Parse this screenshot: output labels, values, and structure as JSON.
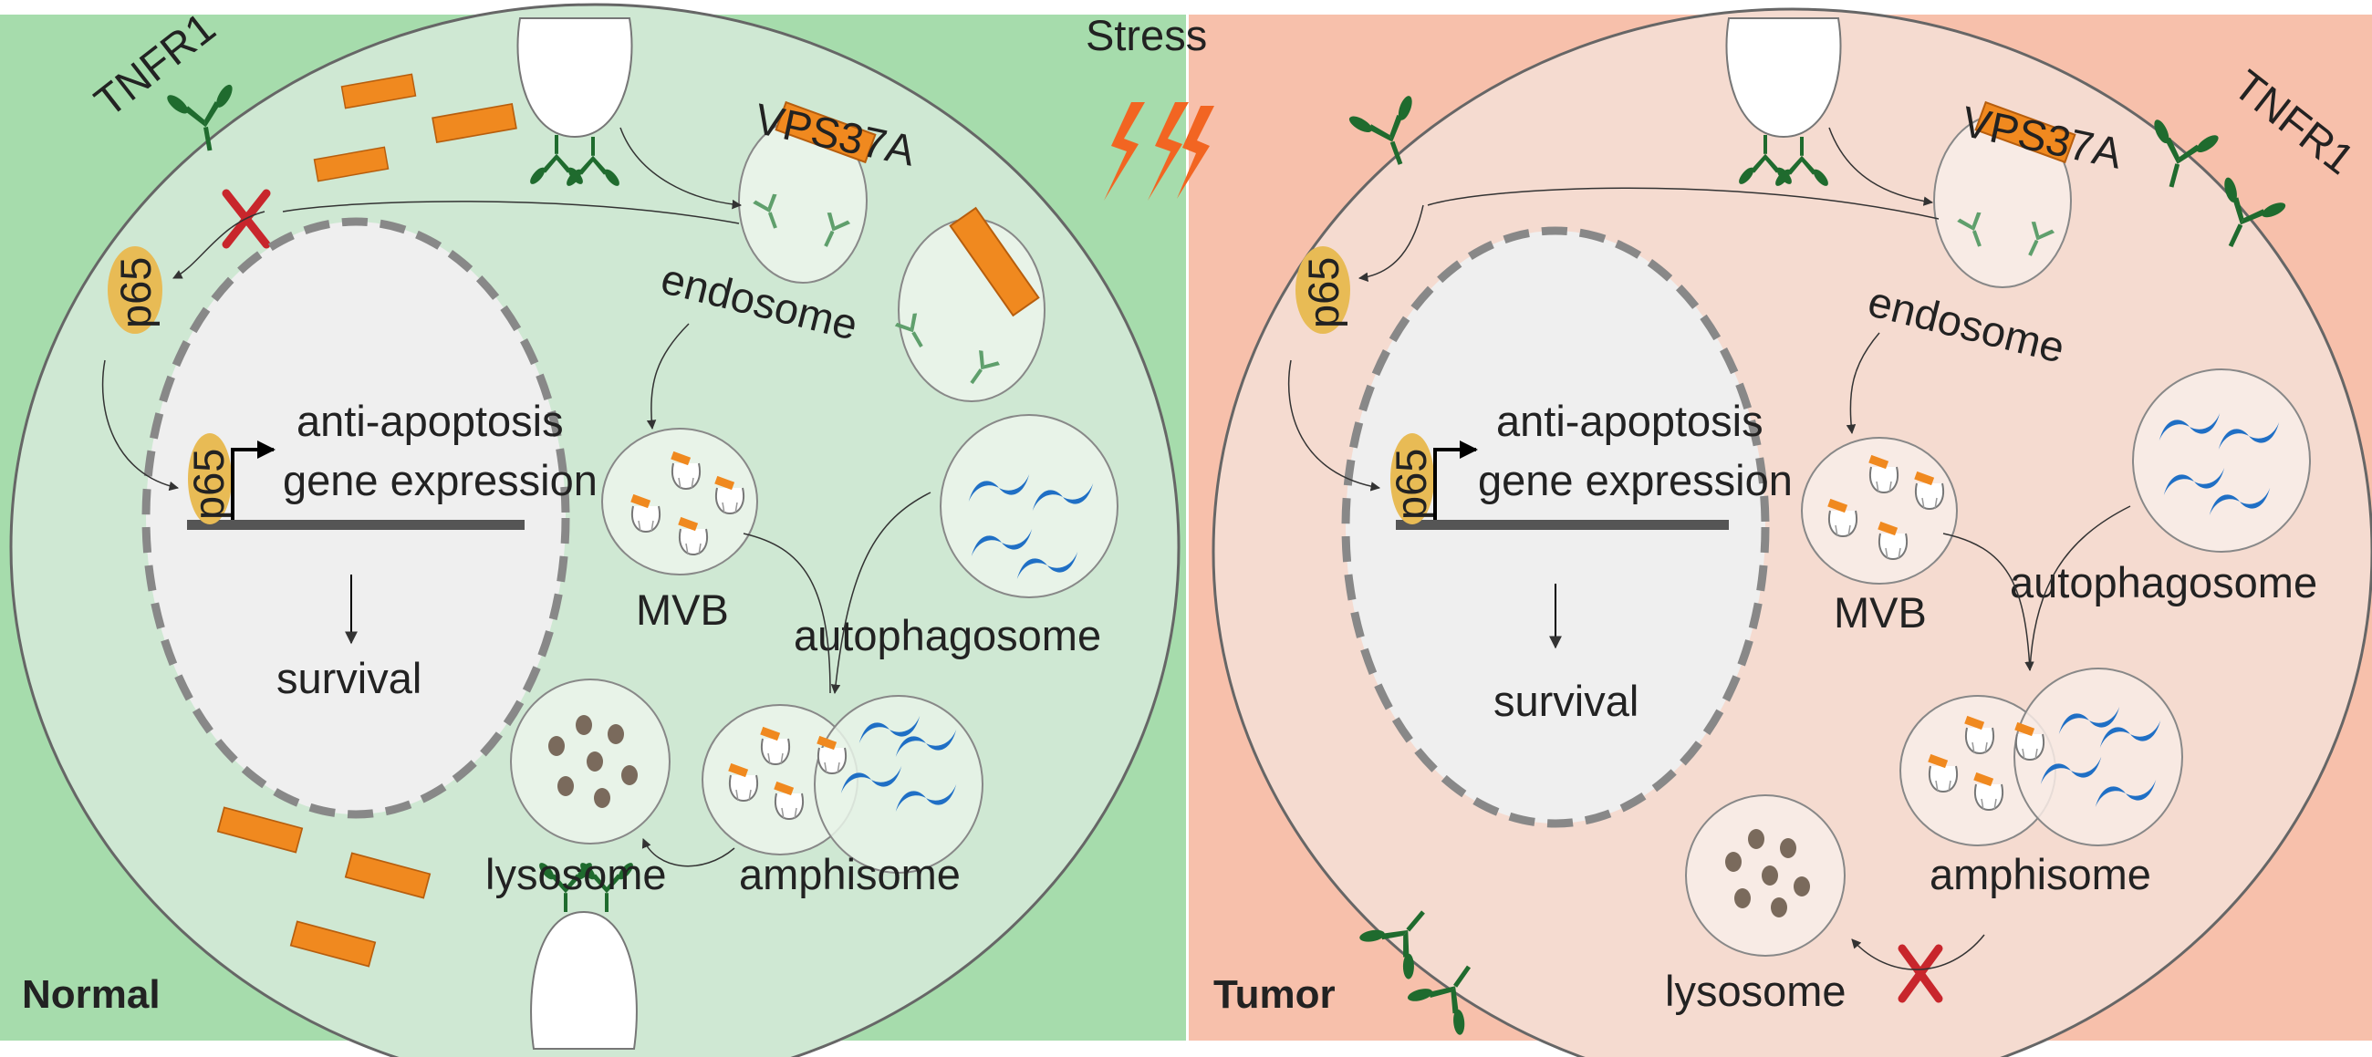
{
  "stress_label": "Stress",
  "panels": [
    {
      "key": "normal",
      "title": "Normal",
      "receptor_label": "TNFR1",
      "protein_label": "VPS37A",
      "endosome_label": "endosome",
      "transcription_factor": "p65",
      "gene_text_line1": "anti-apoptosis",
      "gene_text_line2": "gene expression",
      "outcome": "survival",
      "mvb_label": "MVB",
      "autophagosome_label": "autophagosome",
      "amphisome_label": "amphisome",
      "lysosome_label": "lysosome"
    },
    {
      "key": "tumor",
      "title": "Tumor",
      "receptor_label": "TNFR1",
      "protein_label": "VPS37A",
      "endosome_label": "endosome",
      "transcription_factor": "p65",
      "gene_text_line1": "anti-apoptosis",
      "gene_text_line2": "gene expression",
      "outcome": "survival",
      "mvb_label": "MVB",
      "autophagosome_label": "autophagosome",
      "amphisome_label": "amphisome",
      "lysosome_label": "lysosome"
    }
  ],
  "colors": {
    "normal_bg": "#a6dcac",
    "normal_cell": "#cfe8d3",
    "tumor_bg": "#f7c0ab",
    "tumor_cell": "#f5dbd0",
    "vps37a": "#f0891f",
    "tnfr1": "#1f6b2e",
    "p65": "#e8bb55",
    "block_x": "#c8262c",
    "stress": "#f26522",
    "autophagy_cargo": "#1f6fc5"
  }
}
